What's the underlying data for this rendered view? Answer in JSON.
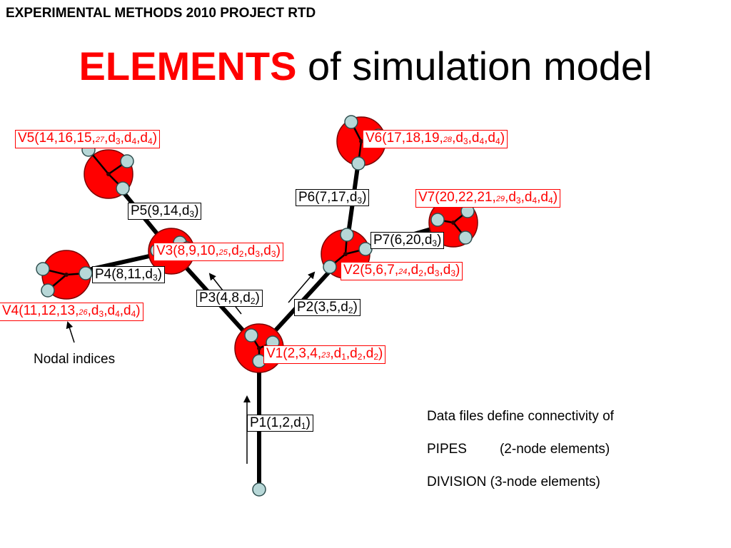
{
  "header": "EXPERIMENTAL METHODS 2010 PROJECT RTD",
  "title": {
    "emphasis": "ELEMENTS",
    "rest": " of simulation model"
  },
  "colors": {
    "division": "#ff0000",
    "node": "#b7d7d7",
    "pipe": "#000000"
  },
  "pipes": [
    {
      "id": "P1",
      "label": {
        "pre": "P1(1,2,d",
        "sub": "1",
        "post": ")"
      }
    },
    {
      "id": "P2",
      "label": {
        "pre": "P2(3,5,d",
        "sub": "2",
        "post": ")"
      }
    },
    {
      "id": "P3",
      "label": {
        "pre": "P3(4,8,d",
        "sub": "2",
        "post": ")"
      }
    },
    {
      "id": "P4",
      "label": {
        "pre": "P4(8,11,d",
        "sub": "3",
        "post": ")"
      }
    },
    {
      "id": "P5",
      "label": {
        "pre": "P5(9,14,d",
        "sub": "3",
        "post": ")"
      }
    },
    {
      "id": "P6",
      "label": {
        "pre": "P6(7,17,d",
        "sub": "3",
        "post": ")"
      }
    },
    {
      "id": "P7",
      "label": {
        "pre": "P7(6,20,d",
        "sub": "3",
        "post": ")"
      }
    }
  ],
  "divisions": [
    {
      "id": "V1",
      "label": {
        "pre": "V1(2,3,4,",
        "idx": "23",
        "d": [
          "1",
          "2",
          "2"
        ]
      }
    },
    {
      "id": "V2",
      "label": {
        "pre": "V2(5,6,7,",
        "idx": "24",
        "d": [
          "2",
          "3",
          "3"
        ]
      }
    },
    {
      "id": "V3",
      "label": {
        "pre": "V3(8,9,10,",
        "idx": "25",
        "d": [
          "2",
          "3",
          "3"
        ]
      }
    },
    {
      "id": "V4",
      "label": {
        "pre": "V4(11,12,13,",
        "idx": "26",
        "d": [
          "3",
          "4",
          "4"
        ]
      }
    },
    {
      "id": "V5",
      "label": {
        "pre": "V5(14,16,15,",
        "idx": "27",
        "d": [
          "3",
          "4",
          "4"
        ]
      }
    },
    {
      "id": "V6",
      "label": {
        "pre": "V6(17,18,19,",
        "idx": "28",
        "d": [
          "3",
          "4",
          "4"
        ]
      }
    },
    {
      "id": "V7",
      "label": {
        "pre": "V7(20,22,21,",
        "idx": "29",
        "d": [
          "3",
          "4",
          "4"
        ]
      }
    }
  ],
  "annotation": "Nodal indices",
  "note": {
    "line1": "Data files define connectivity of",
    "line2_a": "PIPES",
    "line2_b": "(2-node elements)",
    "line3": "DIVISION (3-node elements)"
  }
}
